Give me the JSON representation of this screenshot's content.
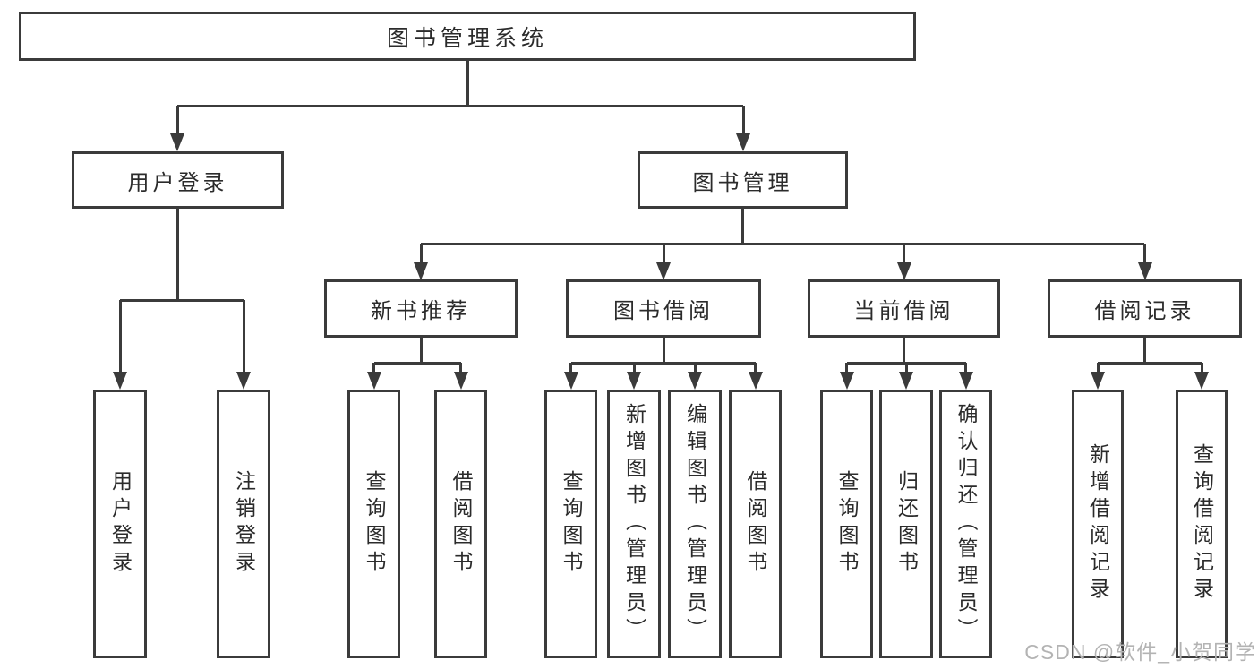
{
  "diagram": {
    "root": {
      "label": "图书管理系统"
    },
    "level1": [
      {
        "id": "user-login",
        "label": "用户登录"
      },
      {
        "id": "book-management",
        "label": "图书管理"
      }
    ],
    "level2": [
      {
        "id": "new-book-recommend",
        "label": "新书推荐"
      },
      {
        "id": "book-borrow",
        "label": "图书借阅"
      },
      {
        "id": "current-borrow",
        "label": "当前借阅"
      },
      {
        "id": "borrow-records",
        "label": "借阅记录"
      }
    ],
    "leaves": [
      {
        "id": "user-login-action",
        "label": "用户登录"
      },
      {
        "id": "logout",
        "label": "注销登录"
      },
      {
        "id": "query-books-recommend",
        "label": "查询图书"
      },
      {
        "id": "borrow-books-recommend",
        "label": "借阅图书"
      },
      {
        "id": "query-books-borrow",
        "label": "查询图书"
      },
      {
        "id": "add-books-admin",
        "label": "新增图书（管理员）"
      },
      {
        "id": "edit-books-admin",
        "label": "编辑图书（管理员）"
      },
      {
        "id": "borrow-books",
        "label": "借阅图书"
      },
      {
        "id": "query-books-current",
        "label": "查询图书"
      },
      {
        "id": "return-books",
        "label": "归还图书"
      },
      {
        "id": "confirm-return-admin",
        "label": "确认归还（管理员）"
      },
      {
        "id": "add-borrow-record",
        "label": "新增借阅记录"
      },
      {
        "id": "query-borrow-record",
        "label": "查询借阅记录"
      }
    ],
    "watermark": "CSDN @软件_小贺同学",
    "colors": {
      "line": "#3b3b3b",
      "text": "#2b2b2b",
      "watermark": "#b3b3b3",
      "background": "#ffffff"
    }
  }
}
